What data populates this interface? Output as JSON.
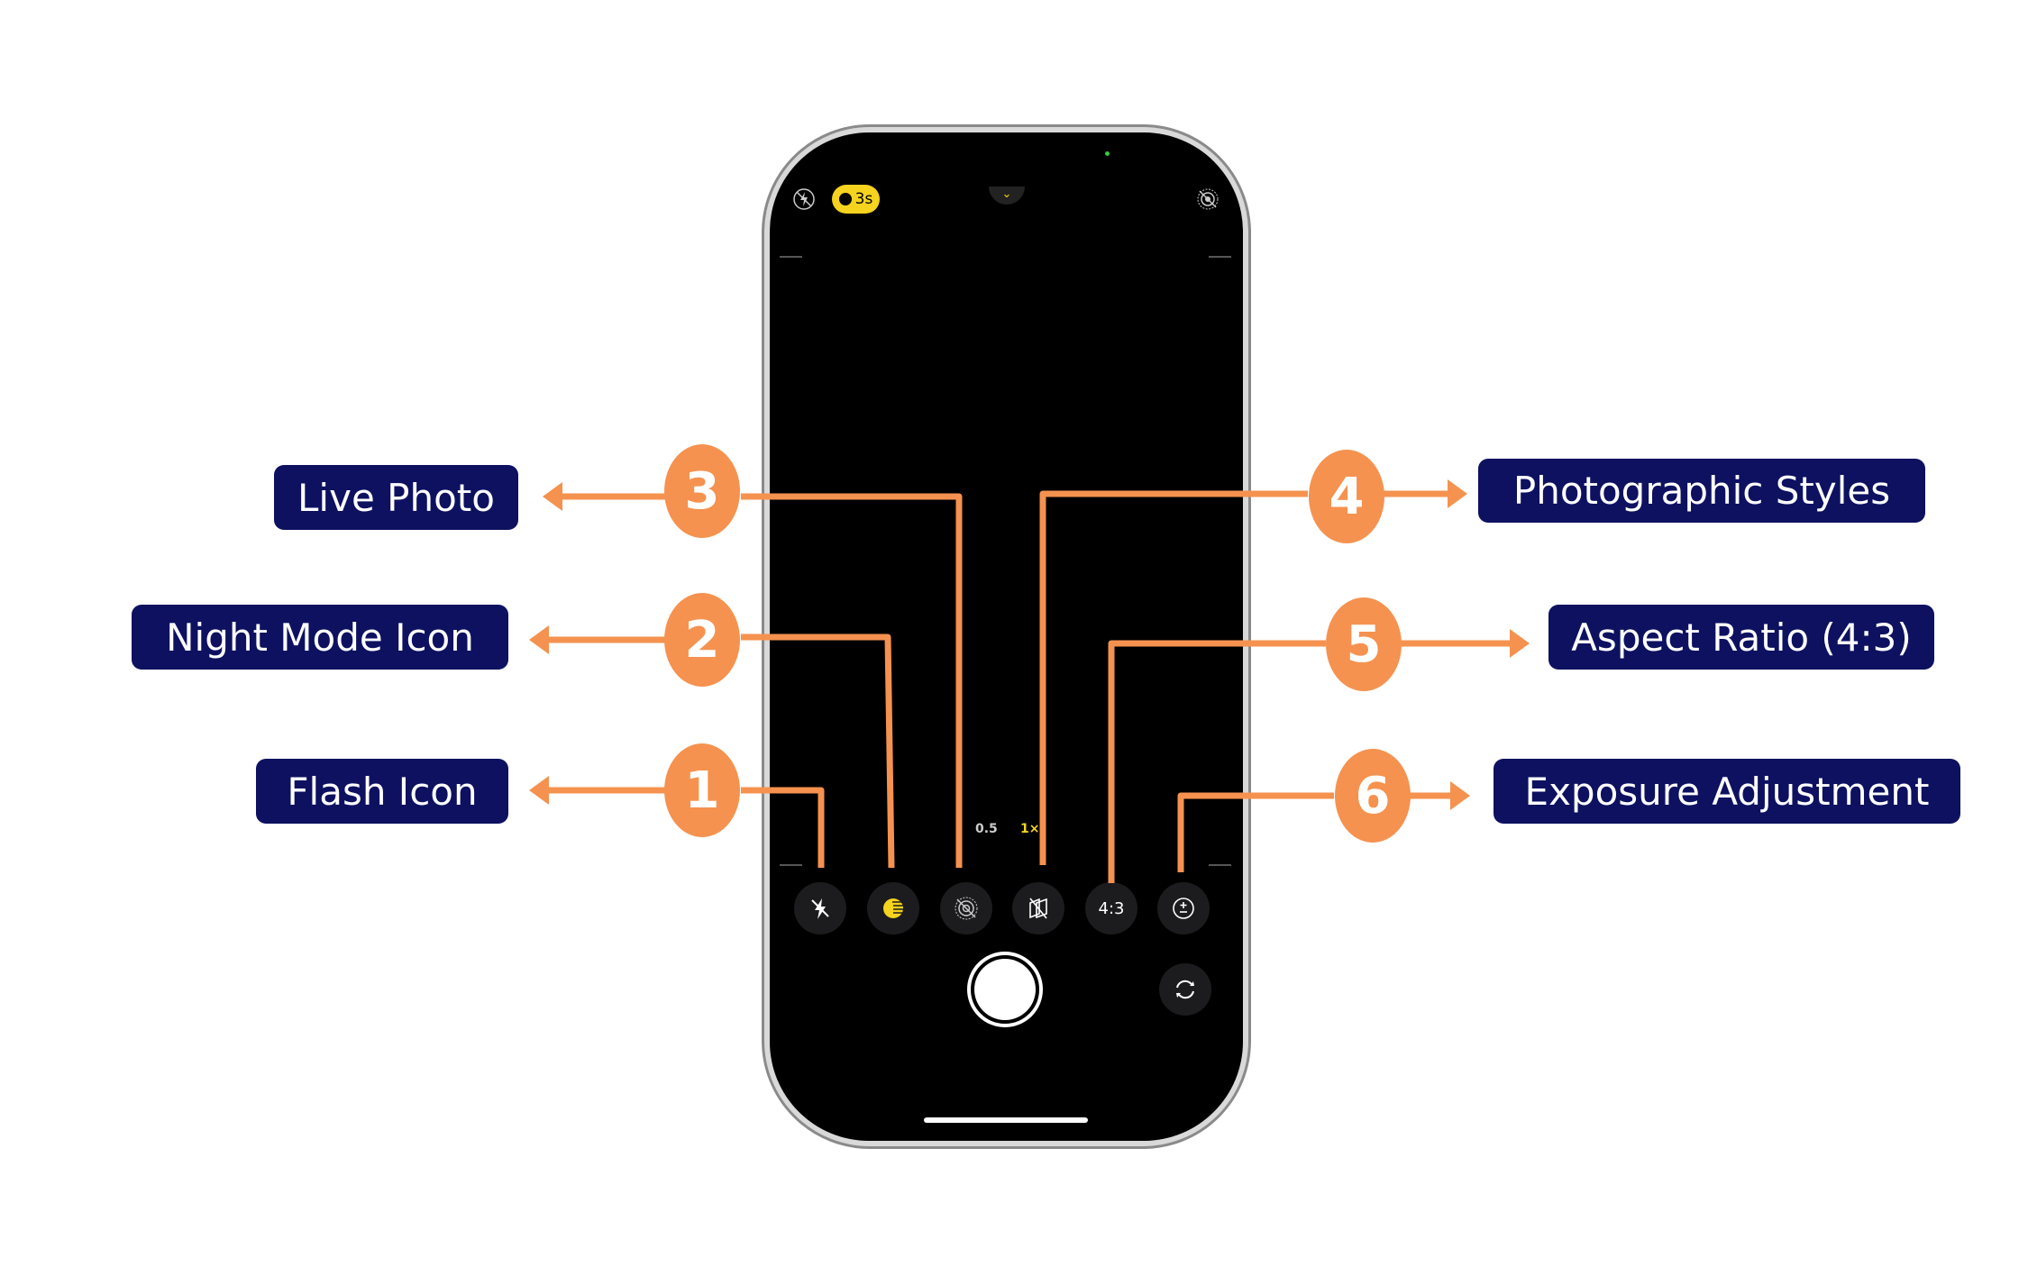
{
  "phone": {
    "top_bar": {
      "night_mode_pill": "3s"
    },
    "zoom_options": [
      "0.5",
      "1×"
    ],
    "controls": [
      {
        "name": "flash-off",
        "icon": "flash-off-icon"
      },
      {
        "name": "night-mode",
        "icon": "moon-icon"
      },
      {
        "name": "live-photo-off",
        "icon": "live-photo-off-icon"
      },
      {
        "name": "photographic-styles",
        "icon": "styles-icon"
      },
      {
        "name": "aspect-ratio",
        "label": "4:3"
      },
      {
        "name": "exposure",
        "icon": "plus-minus-icon"
      }
    ]
  },
  "callouts": [
    {
      "number": "1",
      "label": "Flash Icon"
    },
    {
      "number": "2",
      "label": "Night Mode Icon"
    },
    {
      "number": "3",
      "label": "Live Photo"
    },
    {
      "number": "4",
      "label": "Photographic Styles"
    },
    {
      "number": "5",
      "label": "Aspect Ratio (4:3)"
    },
    {
      "number": "6",
      "label": "Exposure Adjustment"
    }
  ],
  "colors": {
    "accent": "#f5924f",
    "label_bg": "#0d1160",
    "highlight": "#f5d31e"
  }
}
